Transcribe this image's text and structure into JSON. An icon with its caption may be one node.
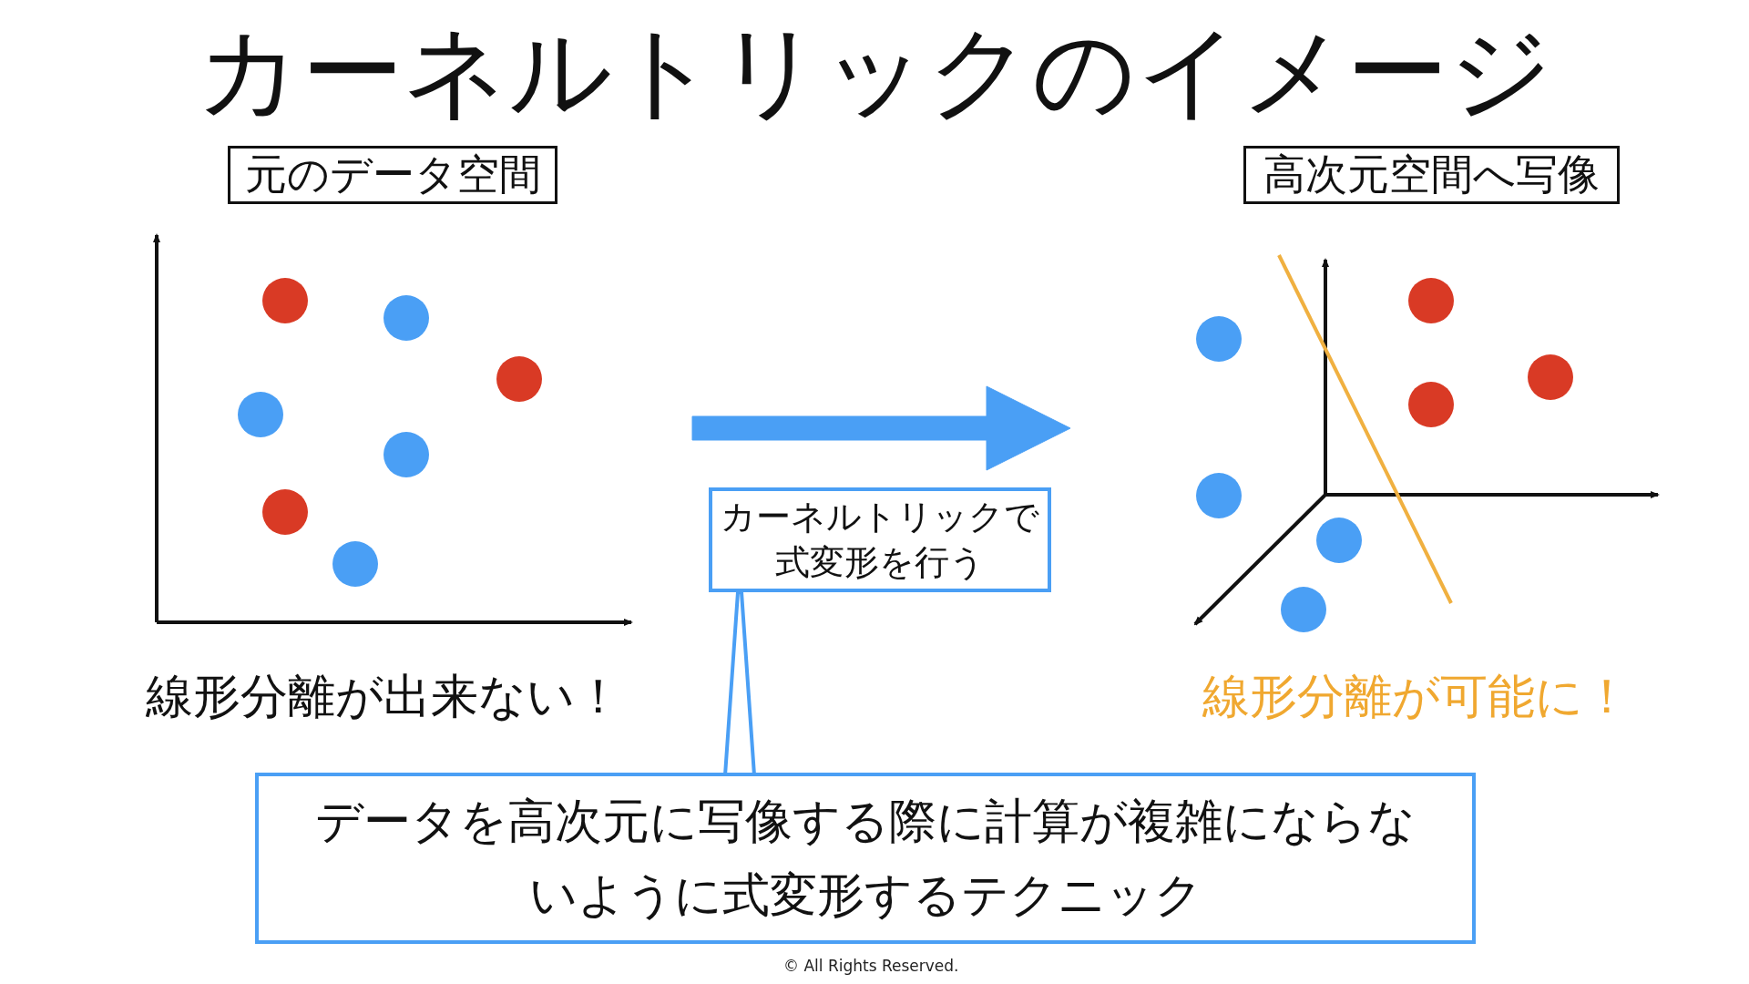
{
  "diagram": {
    "title": "カーネルトリックのイメージ",
    "nodes": [
      {
        "text": [
          "元のデータ空間"
        ]
      },
      {
        "text": [
          "高次元空間へ写像"
        ]
      },
      {
        "text": [
          "カーネルトリックで式変形を行う"
        ]
      },
      {
        "text": [
          "データを高次元に写像する際に計算が複雑にならないように式変形するテクニック"
        ]
      },
      {
        "text": [],
        "shape": "picture"
      },
      {
        "text": [],
        "shape": "picture"
      }
    ],
    "edges": [
      {
        "from": 4,
        "to": 5,
        "arrow": "to",
        "style": "thick",
        "color": "#4a9ff5"
      },
      {
        "from": 3,
        "to": 2,
        "arrow": "none"
      }
    ],
    "labels": [
      "線形分離が出来ない！",
      "線形分離が可能に！",
      "© All Rights Reserved."
    ]
  }
}
